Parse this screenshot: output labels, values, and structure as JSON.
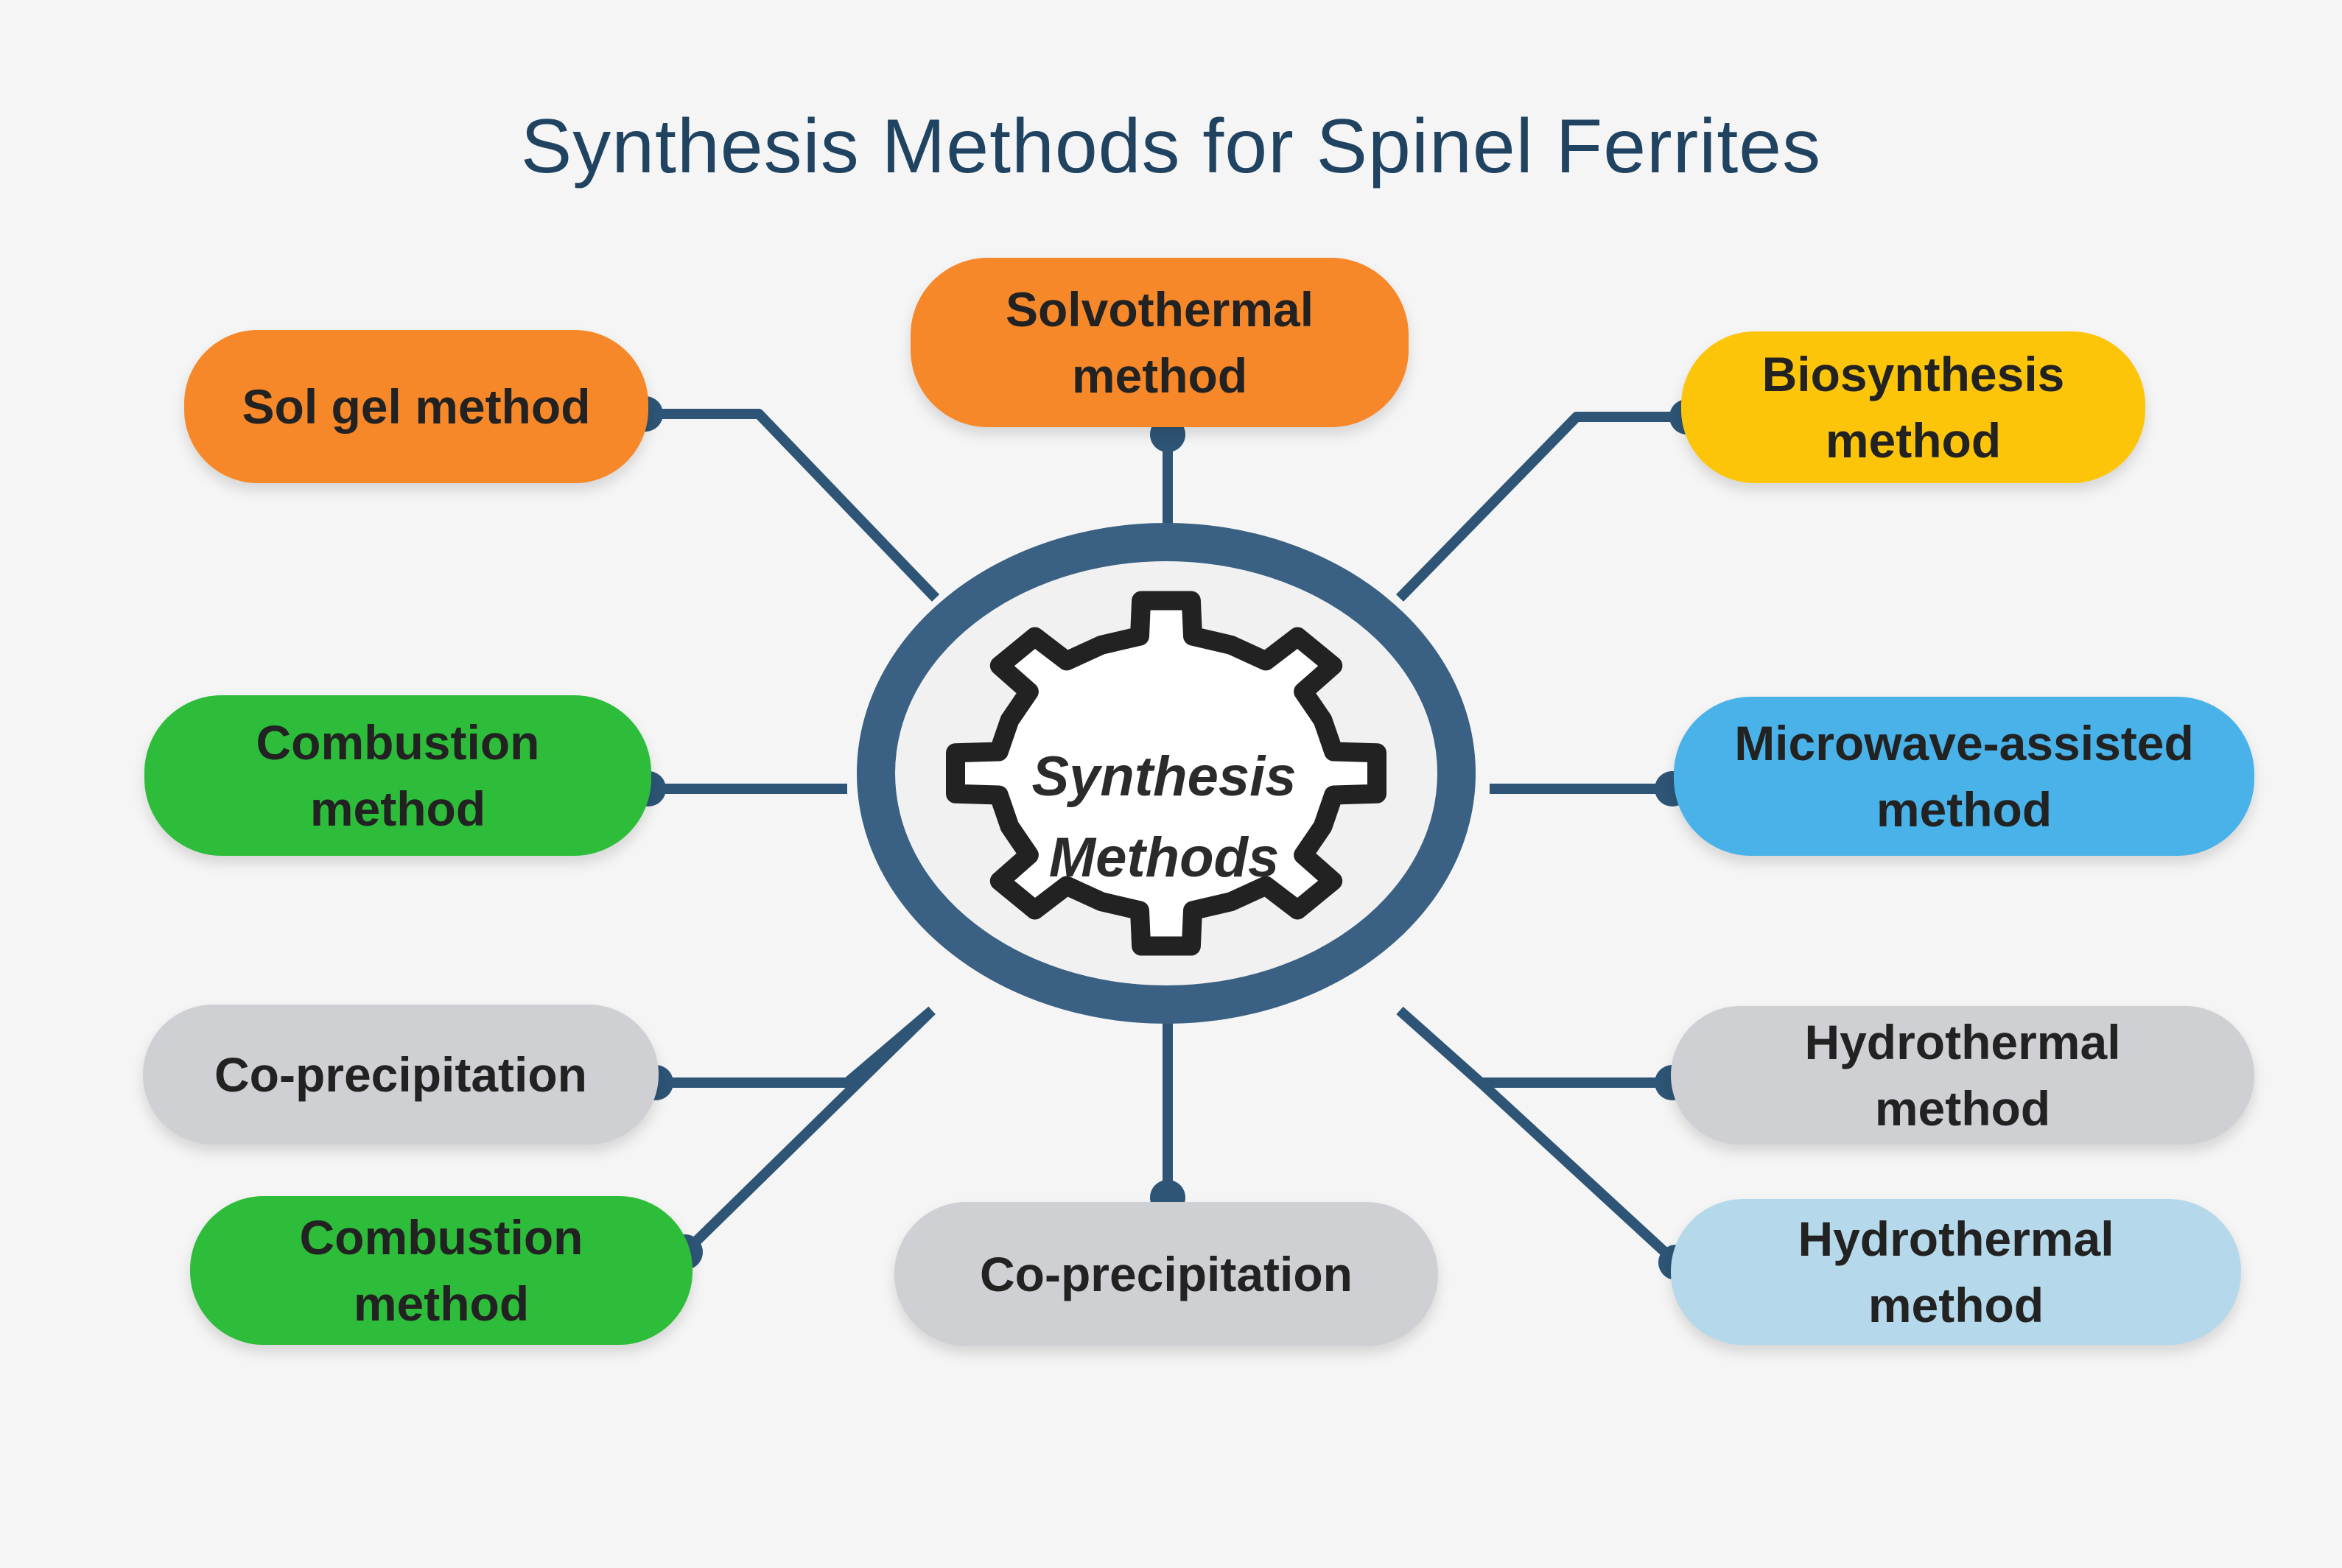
{
  "title": "Synthesis Methods for Spinel Ferrites",
  "hub": {
    "label": "Synthesis\nMethods",
    "ring_color": "#3a6183",
    "gear_color": "#222222"
  },
  "connector_color": "#2e5576",
  "nodes": [
    {
      "label": "Sol gel method",
      "color": "#f7882a"
    },
    {
      "label": "Solvothermal\nmethod",
      "color": "#f7882a"
    },
    {
      "label": "Biosynthesis\nmethod",
      "color": "#fdc50a"
    },
    {
      "label": "Combustion\nmethod",
      "color": "#2ebd3a"
    },
    {
      "label": "Microwave-assisted\nmethod",
      "color": "#49b2e8"
    },
    {
      "label": "Co-precipitation",
      "color": "#cfd0d4"
    },
    {
      "label": "Hydrothermal\nmethod",
      "color": "#cfd0d4"
    },
    {
      "label": "Combustion\nmethod",
      "color": "#2ebd3a"
    },
    {
      "label": "Co-precipitation",
      "color": "#cfd0d4"
    },
    {
      "label": "Hydrothermal\nmethod",
      "color": "#b5d9ea"
    }
  ]
}
